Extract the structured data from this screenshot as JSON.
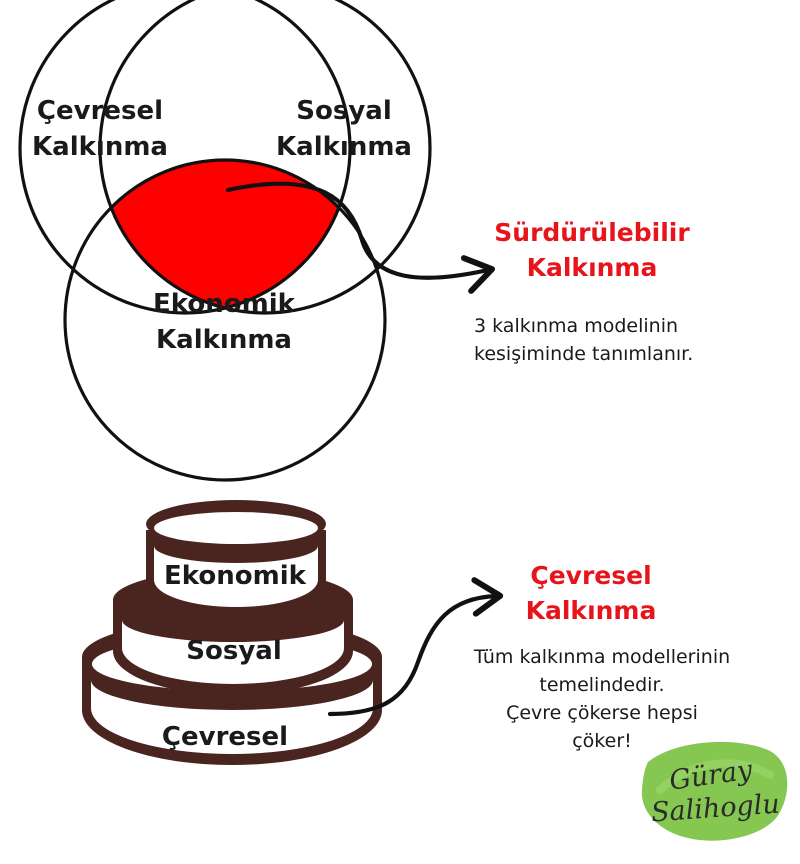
{
  "venn": {
    "circle_environmental": [
      "Çevresel",
      "Kalkınma"
    ],
    "circle_social": [
      "Sosyal",
      "Kalkınma"
    ],
    "circle_economic": [
      "Ekonomik",
      "Kalkınma"
    ],
    "title": [
      "Sürdürülebilir",
      "Kalkınma"
    ],
    "description": [
      "3 kalkınma modelinin",
      "kesişiminde tanımlanır."
    ]
  },
  "cake": {
    "tier_top": "Ekonomik",
    "tier_middle": "Sosyal",
    "tier_bottom": "Çevresel",
    "title": [
      "Çevresel",
      "Kalkınma"
    ],
    "description": [
      "Tüm kalkınma modellerinin",
      "temelindedir.",
      "Çevre çökerse hepsi",
      "çöker!"
    ]
  },
  "signature": [
    "Güray",
    "Salihoglu"
  ],
  "colors": {
    "accent": "#e8141c",
    "cake_brown": "#4a2520",
    "ink": "#111111",
    "signature_green": "#7cc242"
  }
}
